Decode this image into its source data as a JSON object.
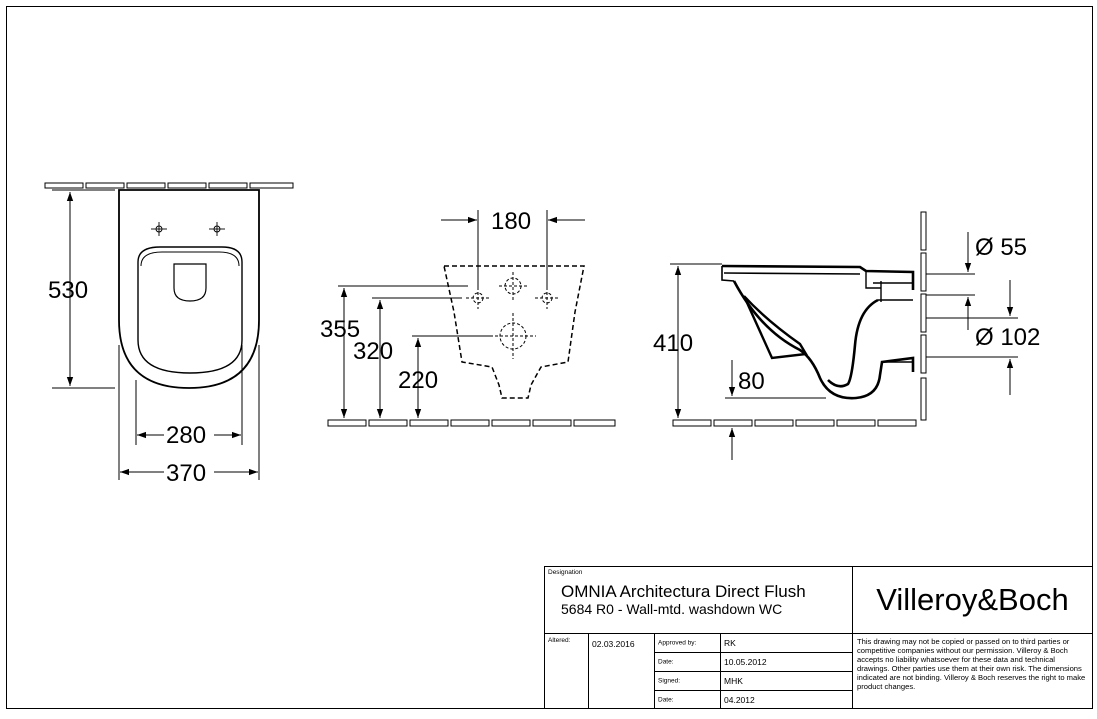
{
  "dimensions": {
    "front_height": "530",
    "front_inner_width": "280",
    "front_outer_width": "370",
    "mount_spacing": "180",
    "mount_height_1": "355",
    "mount_height_2": "320",
    "mount_height_3": "220",
    "side_height": "410",
    "outlet_height": "80",
    "inlet_diameter": "Ø 55",
    "outlet_diameter": "Ø 102"
  },
  "title_block": {
    "designation_label": "Designation",
    "product_name": "OMNIA Architectura Direct Flush",
    "product_desc": "5684 R0 - Wall-mtd. washdown WC",
    "brand": "Villeroy&Boch",
    "altered_label": "Altered:",
    "altered_date": "02.03.2016",
    "approved_by_label": "Approved by:",
    "approved_by": "RK",
    "date_label_1": "Date:",
    "date_1": "10.05.2012",
    "signed_label": "Signed:",
    "signed": "MHK",
    "date_label_2": "Date:",
    "date_2": "04.2012",
    "disclaimer": "This drawing may not be copied or passed on to third parties or competitive companies without our permission. Villeroy & Boch accepts no liability whatsoever for these data and technical drawings. Other parties use them at their own risk. The dimensions indicated are not binding. Villeroy & Boch reserves the right to make product changes."
  }
}
